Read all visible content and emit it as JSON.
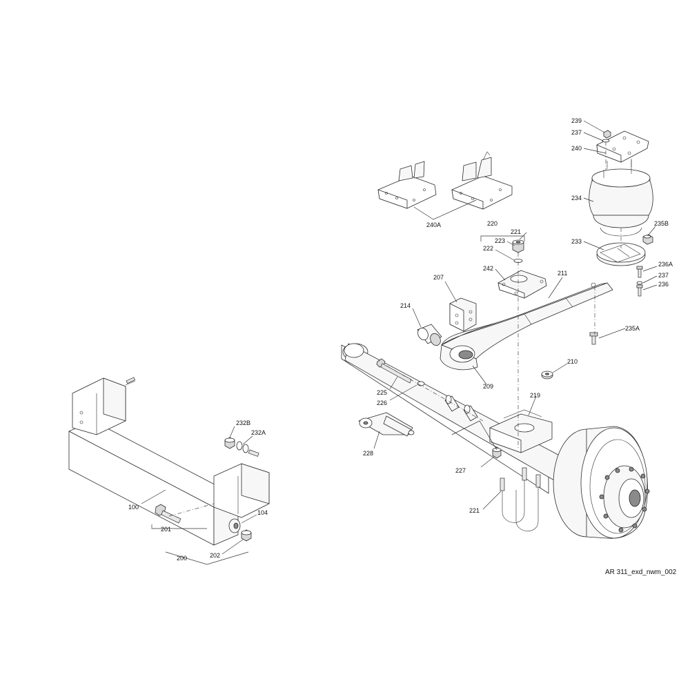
{
  "drawing_id": "AR 311_exd_nwm_002",
  "callouts": [
    {
      "id": "c239",
      "label": "239"
    },
    {
      "id": "c237a",
      "label": "237"
    },
    {
      "id": "c240",
      "label": "240"
    },
    {
      "id": "c234",
      "label": "234"
    },
    {
      "id": "c235b",
      "label": "235B"
    },
    {
      "id": "c233",
      "label": "233"
    },
    {
      "id": "c236a",
      "label": "236A"
    },
    {
      "id": "c237b",
      "label": "237"
    },
    {
      "id": "c236",
      "label": "236"
    },
    {
      "id": "c240a",
      "label": "240A"
    },
    {
      "id": "c220",
      "label": "220"
    },
    {
      "id": "c221a",
      "label": "221"
    },
    {
      "id": "c223",
      "label": "223"
    },
    {
      "id": "c222",
      "label": "222"
    },
    {
      "id": "c242",
      "label": "242"
    },
    {
      "id": "c211",
      "label": "211"
    },
    {
      "id": "c207",
      "label": "207"
    },
    {
      "id": "c214",
      "label": "214"
    },
    {
      "id": "c235a",
      "label": "235A"
    },
    {
      "id": "c210",
      "label": "210"
    },
    {
      "id": "c209",
      "label": "209"
    },
    {
      "id": "c225",
      "label": "225"
    },
    {
      "id": "c226",
      "label": "226"
    },
    {
      "id": "c219",
      "label": "219"
    },
    {
      "id": "c228",
      "label": "228"
    },
    {
      "id": "c227",
      "label": "227"
    },
    {
      "id": "c221b",
      "label": "221"
    },
    {
      "id": "c232b",
      "label": "232B"
    },
    {
      "id": "c232a",
      "label": "232A"
    },
    {
      "id": "c100",
      "label": "100"
    },
    {
      "id": "c104",
      "label": "104"
    },
    {
      "id": "c201",
      "label": "201"
    },
    {
      "id": "c200",
      "label": "200"
    },
    {
      "id": "c202",
      "label": "202"
    }
  ]
}
